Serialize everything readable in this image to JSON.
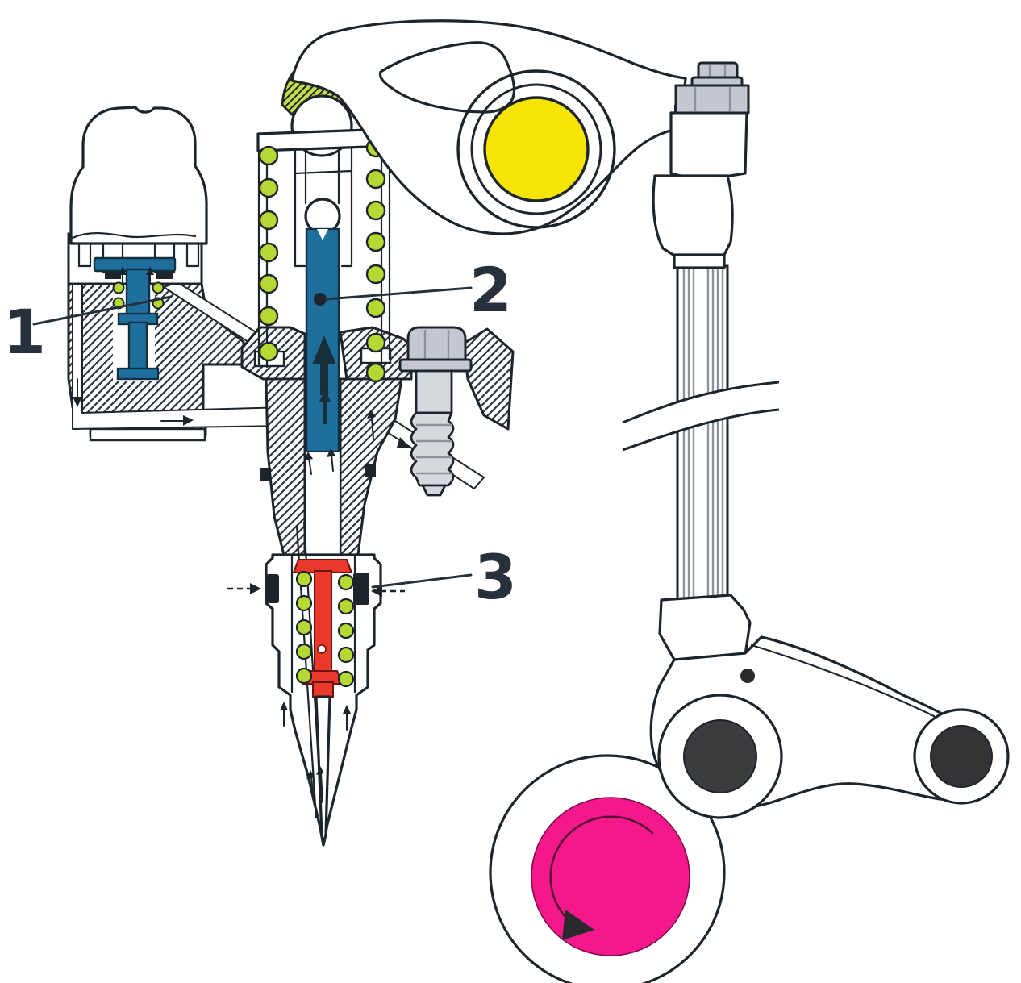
{
  "figure": {
    "background": "#ffffff",
    "labels": [
      {
        "id": "callout-1",
        "text": "1"
      },
      {
        "id": "callout-2",
        "text": "2"
      },
      {
        "id": "callout-3",
        "text": "3"
      }
    ],
    "colors": {
      "line": "#1c242c",
      "label_ink": "#26313c",
      "valve_blue": "#1e6e9e",
      "plunger_blue": "#1e6e9e",
      "rocker_shaft_yellow": "#f6e405",
      "cam_pink": "#f5188d",
      "spring_green": "#b5d832",
      "pad_green": "#c6dd4a",
      "needle_red": "#e8392b",
      "metal_gray": "#c3c8cf",
      "roller_dark": "#3c3c3e",
      "pivot_dark": "#343436"
    }
  }
}
